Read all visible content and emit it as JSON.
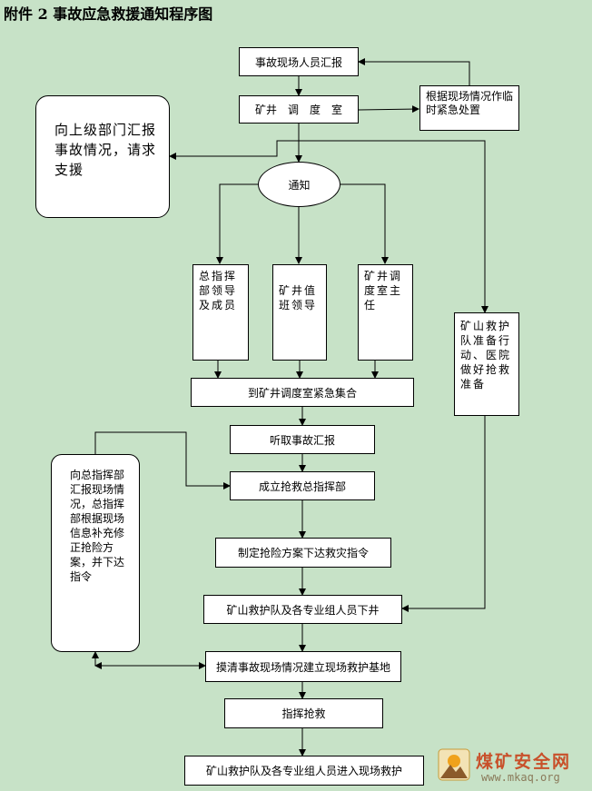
{
  "title": "附件 2 事故应急救援通知程序图",
  "nodes": {
    "report_scene": "事故现场人员汇报",
    "dispatch": "矿井　调　度　室",
    "report_up": "向上级部门汇报事故情况，请求支援",
    "handle_temp": "根据现场情况作临时紧急处置",
    "notify": "通知",
    "commanders": "总指挥部领导及成员",
    "duty_leader": "矿井值班领导",
    "dispatch_head": "矿井调度室主任",
    "rescue_prep": "矿山救护队准备行动、医院做好抢救准备",
    "gather": "到矿井调度室紧急集合",
    "hear_report": "听取事故汇报",
    "set_command": "成立抢救总指挥部",
    "plan": "制定抢险方案下达救灾指令",
    "descend": "矿山救护队及各专业组人员下井",
    "base": "摸清事故现场情况建立现场救护基地",
    "command_rescue": "指挥抢救",
    "enter_scene": "矿山救护队及各专业组人员进入现场救护",
    "feedback": "向总指挥部汇报现场情况，总指挥部根据现场信息补充修正抢险方案，并下达指令"
  },
  "logo": {
    "name": "煤矿安全网",
    "url": "www.mkaq.org"
  }
}
